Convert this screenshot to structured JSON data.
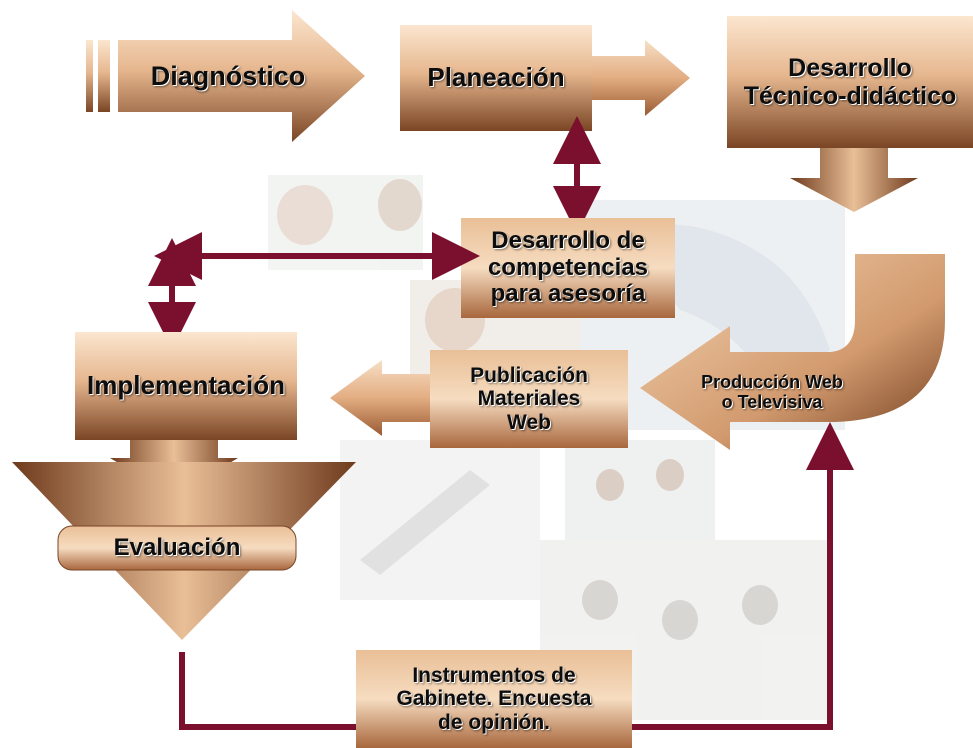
{
  "colors": {
    "box_light": "#f2d3b3",
    "box_mid": "#c9926a",
    "box_dark": "#6b3b1e",
    "connector": "#7a0f2e",
    "text": "#0d0d0d"
  },
  "nodes": {
    "diagnostico": "Diagnóstico",
    "planeacion": "Planeación",
    "desarrollo_tecnico": "Desarrollo\nTécnico-didáctico",
    "competencias": "Desarrollo de\ncompetencias\npara asesoría",
    "produccion": "Producción Web\no Televisiva",
    "publicacion": "Publicación\nMateriales\nWeb",
    "implementacion": "Implementación",
    "evaluacion": "Evaluación",
    "instrumentos": "Instrumentos de\nGabinete. Encuesta\nde opinión."
  }
}
